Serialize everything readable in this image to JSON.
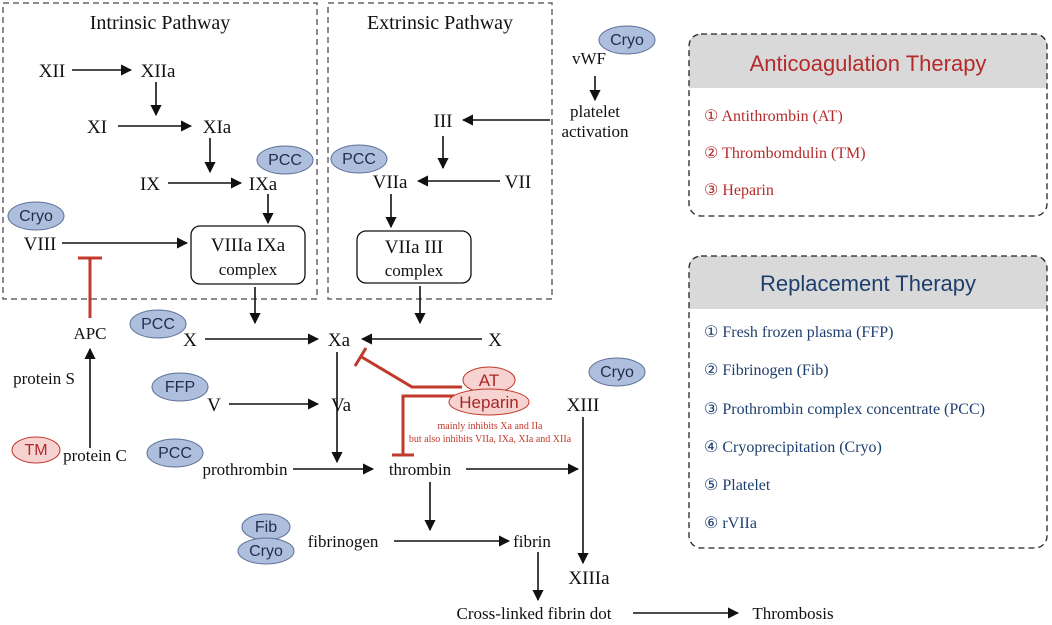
{
  "intrinsic": {
    "title": "Intrinsic Pathway",
    "xii": "XII",
    "xiia": "XIIa",
    "xi": "XI",
    "xia": "XIa",
    "ix": "IX",
    "ixa": "IXa",
    "viii": "VIII",
    "complex_line1": "VIIIa  IXa",
    "complex_line2": "complex"
  },
  "extrinsic": {
    "title": "Extrinsic Pathway",
    "iii": "III",
    "vii": "VII",
    "viia": "VIIa",
    "complex_line1": "VIIa    III",
    "complex_line2": "complex"
  },
  "platelet": {
    "vwf": "vWF",
    "line1": "platelet",
    "line2": "activation"
  },
  "common": {
    "x_left": "X",
    "x_right": "X",
    "xa": "Xa",
    "v": "V",
    "va": "Va",
    "prothrombin": "prothrombin",
    "thrombin": "thrombin",
    "fibrinogen": "fibrinogen",
    "fibrin": "fibrin",
    "xiii": "XIII",
    "xiiia": "XIIIa",
    "crosslinked": "Cross-linked fibrin dot",
    "thrombosis": "Thrombosis"
  },
  "protein": {
    "apc": "APC",
    "protein_s": "protein S",
    "protein_c": "protein C"
  },
  "tags": {
    "cryo": "Cryo",
    "pcc": "PCC",
    "ffp": "FFP",
    "fib": "Fib",
    "tm": "TM",
    "at": "AT",
    "heparin": "Heparin"
  },
  "heparin_note": {
    "line1": "mainly inhibits Xa and IIa",
    "line2": "but also inhibits VIIa, IXa, XIa and XIIa"
  },
  "anticoagulation": {
    "title": "Anticoagulation Therapy",
    "items": [
      "① Antithrombin (AT)",
      "② Thrombomdulin (TM)",
      "③ Heparin"
    ]
  },
  "replacement": {
    "title": "Replacement Therapy",
    "items": [
      "① Fresh frozen plasma (FFP)",
      "② Fibrinogen (Fib)",
      "③ Prothrombin complex concentrate (PCC)",
      "④ Cryoprecipitation (Cryo)",
      "⑤ Platelet",
      "⑥ rVIIa"
    ]
  },
  "colors": {
    "tag_fill": "#aebfdd",
    "tag_stroke": "#5d7198",
    "red": "#c0392b",
    "red_fill": "#f6d3d0",
    "panel_header": "#d9d9d9",
    "blue_text": "#1e3f6e"
  }
}
